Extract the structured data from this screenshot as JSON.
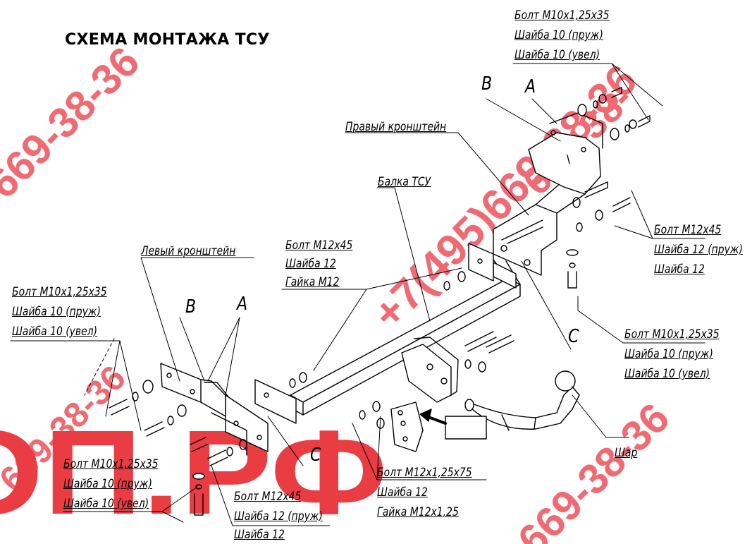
{
  "title": "СХЕМА МОНТАЖА ТСУ",
  "watermark": {
    "phone_diag": "+7(495)669-38-36",
    "phone_part": "669-38-36",
    "phone_part2": "669-38-",
    "site_fragment": "ОП.РФ",
    "color": "#ee5a63"
  },
  "labels": {
    "right_bracket": "Правый кронштейн",
    "left_bracket": "Левый кронштейн",
    "beam": "Балка ТСУ",
    "ball": "Шар",
    "letter_a": "A",
    "letter_b": "B",
    "letter_c": "C"
  },
  "callouts": {
    "top_right": [
      "Болт М10х1,25х35",
      "Шайба 10 (пруж)",
      "Шайба 10 (увел)"
    ],
    "right_mid": [
      "Болт М12х45",
      "Шайба 12 (пруж)",
      "Шайба 12"
    ],
    "right_low": [
      "Болт М10х1,25х35",
      "Шайба 10 (пруж)",
      "Шайба 10 (увел)"
    ],
    "center": [
      "Болт М12х45",
      "Шайба 12",
      "Гайка М12"
    ],
    "left": [
      "Болт М10х1,25х35",
      "Шайба 10 (пруж)",
      "Шайба 10 (увел)"
    ],
    "bottom_left": [
      "Болт М10х1,25х35",
      "Шайба 10 (пруж)",
      "Шайба 10 (увел)"
    ],
    "bottom_mid": [
      "Болт М12х45",
      "Шайба 12 (пруж)",
      "Шайба 12"
    ],
    "bottom_center": [
      "Болт М12х1,25х75",
      "Шайба 12",
      "Гайка М12х1,25"
    ]
  }
}
